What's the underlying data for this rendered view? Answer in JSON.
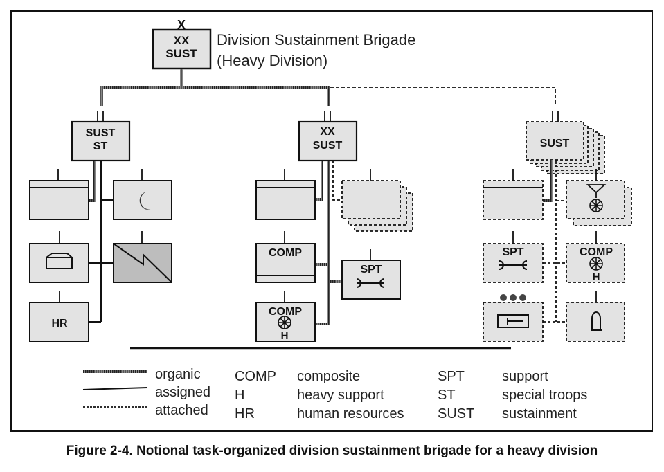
{
  "diagram": {
    "title_line1": "Division Sustainment Brigade",
    "title_line2": "(Heavy Division)",
    "top_unit": {
      "echelon": "X",
      "line1": "XX",
      "line2": "SUST"
    },
    "units": {
      "sust_st": {
        "echelon": "||",
        "line1": "SUST",
        "line2": "ST",
        "relation": "organic"
      },
      "sust_center": {
        "echelon": "||",
        "line1": "XX",
        "line2": "SUST",
        "relation": "organic"
      },
      "sust_right": {
        "echelon": "||",
        "line1": "SUST",
        "relation": "attached",
        "stacked": true
      },
      "left_hq": {
        "symbol": "headquarters",
        "relation": "organic"
      },
      "left_signal": {
        "symbol": "crescent-moon",
        "relation": "assigned"
      },
      "left_mp": {
        "symbol": "military-police-vehicle",
        "relation": "assigned"
      },
      "left_signal2": {
        "symbol": "signal-lightning",
        "relation": "assigned"
      },
      "left_hr": {
        "label": "HR",
        "relation": "assigned"
      },
      "center_hq": {
        "symbol": "headquarters",
        "relation": "organic"
      },
      "center_attached": {
        "symbol": "stacked-blank",
        "relation": "attached"
      },
      "center_comp": {
        "label": "COMP",
        "relation": "organic"
      },
      "center_spt": {
        "label": "SPT",
        "symbol": "supply",
        "relation": "organic"
      },
      "center_comp_h": {
        "label": "COMP",
        "sub": "H",
        "symbol": "maintenance-wheel",
        "relation": "organic"
      },
      "right_hq": {
        "symbol": "headquarters",
        "relation": "organic"
      },
      "right_aviation": {
        "symbol": "aviation-maintenance",
        "relation": "attached",
        "stacked": true
      },
      "right_spt": {
        "label": "SPT",
        "symbol": "supply",
        "relation": "attached"
      },
      "right_comp_h": {
        "label": "COMP",
        "sub": "H",
        "symbol": "maintenance-wheel",
        "relation": "attached"
      },
      "right_medical": {
        "echelon": "●●●",
        "symbol": "medical",
        "relation": "attached"
      },
      "right_ammo": {
        "symbol": "ammunition",
        "relation": "attached"
      }
    }
  },
  "legend": {
    "lines": [
      {
        "style": "organic",
        "label": "organic"
      },
      {
        "style": "assigned",
        "label": "assigned"
      },
      {
        "style": "attached",
        "label": "attached"
      }
    ],
    "abbreviations": [
      {
        "abbr": "COMP",
        "meaning": "composite"
      },
      {
        "abbr": "H",
        "meaning": "heavy support"
      },
      {
        "abbr": "HR",
        "meaning": "human resources"
      },
      {
        "abbr": "SPT",
        "meaning": "support"
      },
      {
        "abbr": "ST",
        "meaning": "special troops"
      },
      {
        "abbr": "SUST",
        "meaning": "sustainment"
      }
    ]
  },
  "caption": "Figure 2-4. Notional task-organized division sustainment brigade for a heavy division",
  "colors": {
    "box_fill": "#e3e3e3",
    "box_dark_fill": "#bdbdbd",
    "line": "#111111",
    "organic_fill": "#777777"
  }
}
